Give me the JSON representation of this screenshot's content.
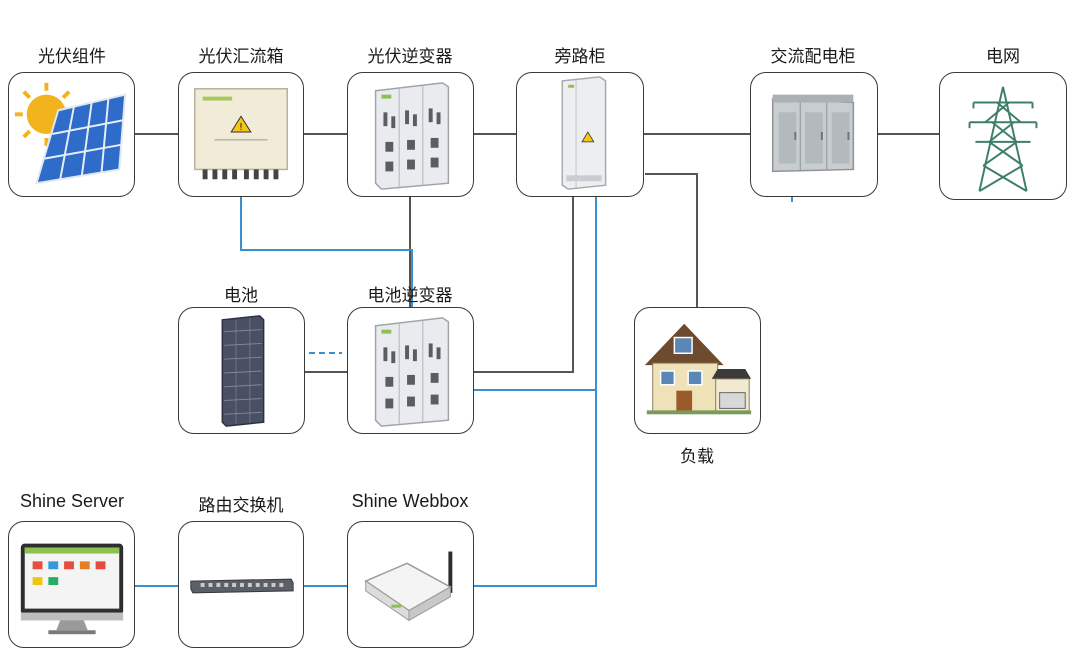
{
  "nodes": {
    "pv_module": {
      "label": "光伏组件"
    },
    "combiner_box": {
      "label": "光伏汇流箱"
    },
    "pv_inverter": {
      "label": "光伏逆变器"
    },
    "bypass_cabinet": {
      "label": "旁路柜"
    },
    "ac_distribution": {
      "label": "交流配电柜"
    },
    "grid": {
      "label": "电网"
    },
    "battery": {
      "label": "电池"
    },
    "battery_inverter": {
      "label": "电池逆变器"
    },
    "load": {
      "label": "负载"
    },
    "shine_server": {
      "label": "Shine Server"
    },
    "router_switch": {
      "label": "路由交换机"
    },
    "shine_webbox": {
      "label": "Shine Webbox"
    }
  },
  "colors": {
    "power_line": "#555555",
    "comm_line": "#3a8fd0",
    "border": "#3a3a3a"
  },
  "icons": {
    "pv_module": "solar-panel-sun-icon",
    "combiner_box": "combiner-box-icon",
    "pv_inverter": "inverter-cabinet-icon",
    "bypass_cabinet": "bypass-cabinet-icon",
    "ac_distribution": "switchgear-icon",
    "grid": "transmission-tower-icon",
    "battery": "battery-rack-icon",
    "battery_inverter": "inverter-cabinet-icon",
    "load": "house-icon",
    "shine_server": "monitor-icon",
    "router_switch": "network-switch-icon",
    "shine_webbox": "wifi-router-icon"
  }
}
